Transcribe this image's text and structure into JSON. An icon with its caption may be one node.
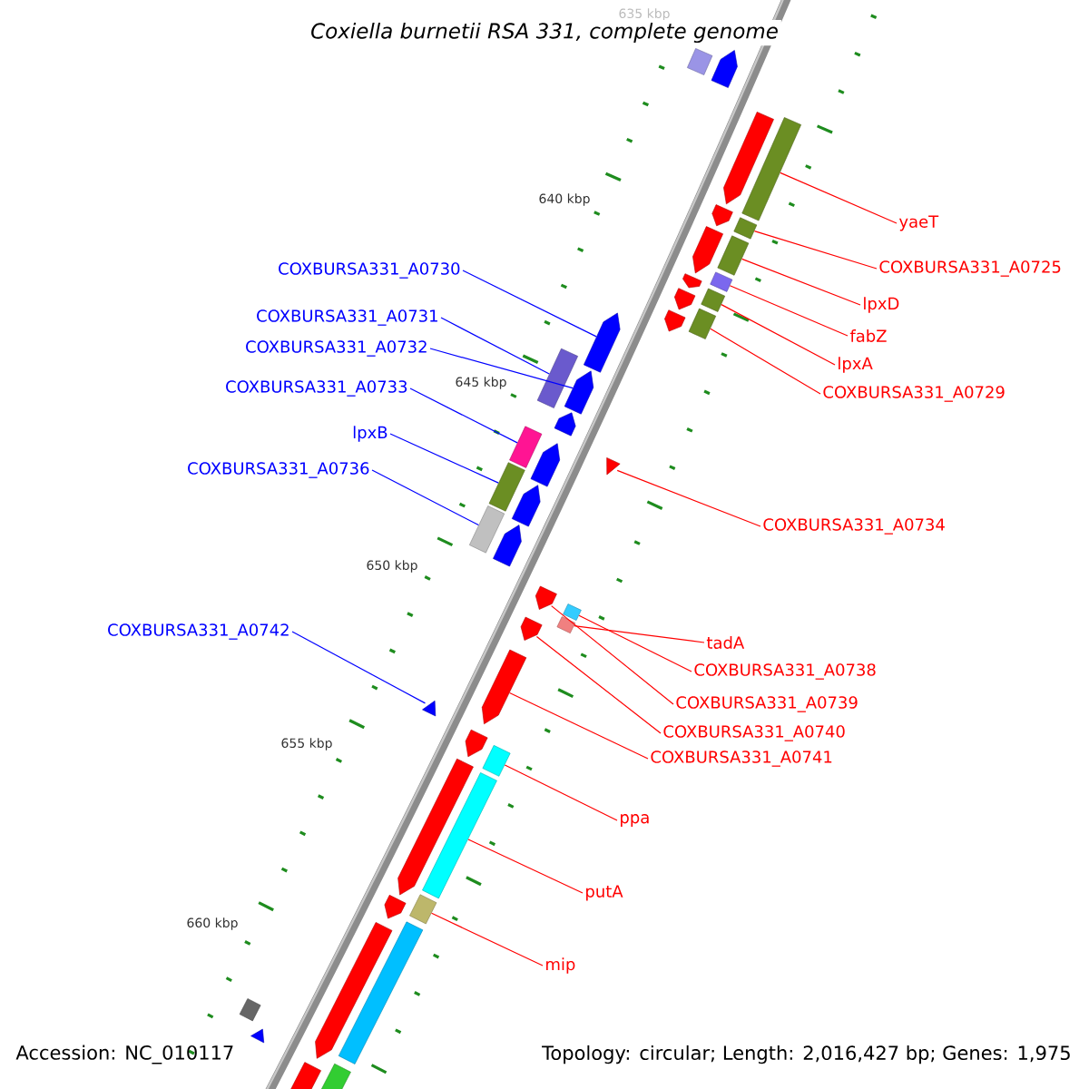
{
  "diagram": {
    "title": "Coxiella burnetii RSA 331, complete genome",
    "nodes": [
      {
        "text": [
          "yaeT"
        ]
      },
      {
        "text": [
          "COXBURSA331_A0725"
        ]
      },
      {
        "text": [
          "lpxD"
        ]
      },
      {
        "text": [
          "fabZ"
        ]
      },
      {
        "text": [
          "lpxA"
        ]
      },
      {
        "text": [
          "COXBURSA331_A0729"
        ]
      },
      {
        "text": [
          "COXBURSA331_A0734"
        ]
      },
      {
        "text": [
          "tadA"
        ]
      },
      {
        "text": [
          "COXBURSA331_A0738"
        ]
      },
      {
        "text": [
          "COXBURSA331_A0739"
        ]
      },
      {
        "text": [
          "COXBURSA331_A0740"
        ]
      },
      {
        "text": [
          "COXBURSA331_A0741"
        ]
      },
      {
        "text": [
          "ppa"
        ]
      },
      {
        "text": [
          "putA"
        ]
      },
      {
        "text": [
          "mip"
        ]
      },
      {
        "text": [
          "COXBURSA331_A0730"
        ]
      },
      {
        "text": [
          "COXBURSA331_A0731"
        ]
      },
      {
        "text": [
          "COXBURSA331_A0732"
        ]
      },
      {
        "text": [
          "COXBURSA331_A0733"
        ]
      },
      {
        "text": [
          "lpxB"
        ]
      },
      {
        "text": [
          "COXBURSA331_A0736"
        ]
      },
      {
        "text": [
          "COXBURSA331_A0742"
        ]
      },
      {
        "text": [],
        "shape": "box"
      },
      {
        "text": [],
        "shape": "box"
      },
      {
        "text": [],
        "shape": "box"
      },
      {
        "text": [],
        "shape": "box"
      },
      {
        "text": [],
        "shape": "box"
      },
      {
        "text": [],
        "shape": "box"
      },
      {
        "text": [],
        "shape": "triangle"
      },
      {
        "text": [],
        "shape": "box"
      },
      {
        "text": [],
        "shape": "box"
      },
      {
        "text": [],
        "shape": "arrow"
      },
      {
        "text": [],
        "shape": "arrow"
      },
      {
        "text": [],
        "shape": "arrow"
      },
      {
        "text": [],
        "shape": "box"
      },
      {
        "text": [],
        "shape": "box"
      },
      {
        "text": [],
        "shape": "box"
      },
      {
        "text": [],
        "shape": "arrow"
      },
      {
        "text": [],
        "shape": "box"
      },
      {
        "text": [],
        "shape": "arrow"
      },
      {
        "text": [],
        "shape": "box"
      },
      {
        "text": [],
        "shape": "box"
      },
      {
        "text": [],
        "shape": "box"
      },
      {
        "text": [],
        "shape": "triangle"
      },
      {
        "text": [],
        "shape": "arrow"
      },
      {
        "text": [],
        "shape": "arrow"
      },
      {
        "text": [],
        "shape": "arrow"
      },
      {
        "text": [],
        "shape": "arrow"
      },
      {
        "text": [],
        "shape": "arrow"
      },
      {
        "text": [],
        "shape": "arrow"
      },
      {
        "text": [],
        "shape": "arrow"
      },
      {
        "text": [],
        "shape": "arrow"
      },
      {
        "text": [],
        "shape": "arrow"
      },
      {
        "text": [],
        "shape": "arrow"
      },
      {
        "text": [],
        "shape": "arrow"
      },
      {
        "text": [],
        "shape": "box"
      },
      {
        "text": [],
        "shape": "box"
      },
      {
        "text": [],
        "shape": "arrow"
      },
      {
        "text": [],
        "shape": "arrow"
      },
      {
        "text": [],
        "shape": "arrow"
      },
      {
        "text": [],
        "shape": "arrow"
      },
      {
        "text": [],
        "shape": "arrow"
      },
      {
        "text": [],
        "shape": "triangle"
      },
      {
        "text": [],
        "shape": "box"
      },
      {
        "text": [],
        "shape": "box"
      }
    ],
    "edges": [
      {
        "from": 0,
        "to": 22,
        "arrow": "none"
      },
      {
        "from": 1,
        "to": 23,
        "arrow": "none"
      },
      {
        "from": 2,
        "to": 24,
        "arrow": "none"
      },
      {
        "from": 3,
        "to": 25,
        "arrow": "none"
      },
      {
        "from": 4,
        "to": 26,
        "arrow": "none"
      },
      {
        "from": 5,
        "to": 27,
        "arrow": "none"
      },
      {
        "from": 6,
        "to": 28,
        "arrow": "none"
      },
      {
        "from": 7,
        "to": 29,
        "arrow": "none"
      },
      {
        "from": 8,
        "to": 30,
        "arrow": "none"
      },
      {
        "from": 9,
        "to": 31,
        "arrow": "none"
      },
      {
        "from": 10,
        "to": 32,
        "arrow": "none"
      },
      {
        "from": 11,
        "to": 33,
        "arrow": "none"
      },
      {
        "from": 12,
        "to": 34,
        "arrow": "none"
      },
      {
        "from": 13,
        "to": 35,
        "arrow": "none"
      },
      {
        "from": 14,
        "to": 36,
        "arrow": "none"
      },
      {
        "from": 15,
        "to": 37,
        "arrow": "none",
        "color": "#0000ff"
      },
      {
        "from": 16,
        "to": 38,
        "arrow": "none",
        "color": "#0000ff"
      },
      {
        "from": 17,
        "to": 39,
        "arrow": "none",
        "color": "#0000ff"
      },
      {
        "from": 18,
        "to": 40,
        "arrow": "none",
        "color": "#0000ff"
      },
      {
        "from": 19,
        "to": 41,
        "arrow": "none",
        "color": "#0000ff"
      },
      {
        "from": 20,
        "to": 42,
        "arrow": "none",
        "color": "#0000ff"
      },
      {
        "from": 21,
        "to": 43,
        "arrow": "none",
        "color": "#0000ff"
      }
    ],
    "labels": [
      "635 kbp",
      "640 kbp",
      "645 kbp",
      "650 kbp",
      "655 kbp",
      "660 kbp",
      "Accession: NC_010117",
      "Topology: circular; Length: 2,016,427 bp; Genes: 1,975"
    ]
  }
}
